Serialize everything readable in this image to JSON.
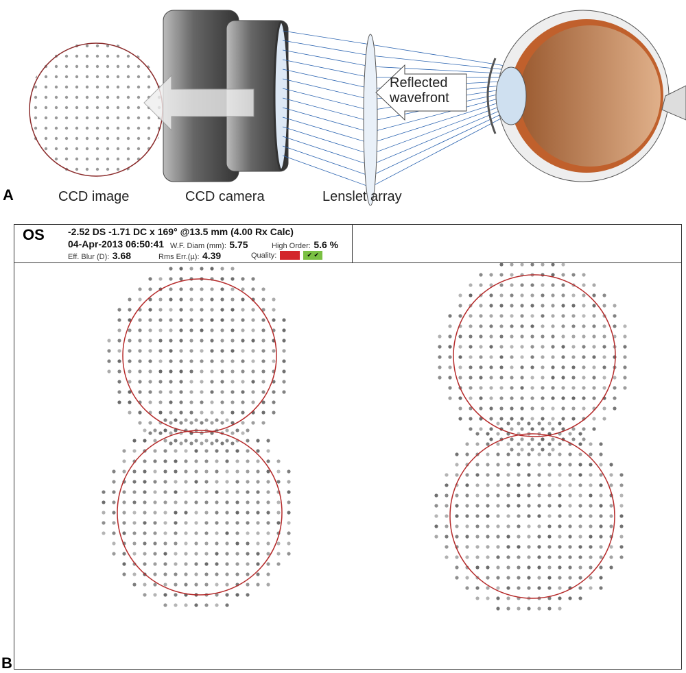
{
  "panel_a": {
    "letter": "A",
    "labels": {
      "ccd_image": "CCD image",
      "ccd_camera": "CCD camera",
      "lenslet_array": "Lenslet array",
      "wavefront": "Reflected\nwavefront"
    }
  },
  "panel_b": {
    "letter": "B",
    "eye": "OS",
    "rx": "-2.52 DS -1.71 DC x 169° @13.5 mm (4.00 Rx Calc)",
    "datetime": "04-Apr-2013 06:50:41",
    "wf_diam_label": "W.F. Diam (mm):",
    "wf_diam": "5.75",
    "high_order_label": "High Order:",
    "high_order": "5.6 %",
    "eff_blur_label": "Eff. Blur (D):",
    "eff_blur": "3.68",
    "rms_label": "Rms Err.(µ):",
    "rms": "4.39",
    "quality_label": "Quality:",
    "quality_checks": "✔ ✔",
    "colors": {
      "ring": "#b52a2a",
      "ray": "#2a63b0",
      "bad": "#d3262b",
      "good": "#7ac043"
    }
  }
}
